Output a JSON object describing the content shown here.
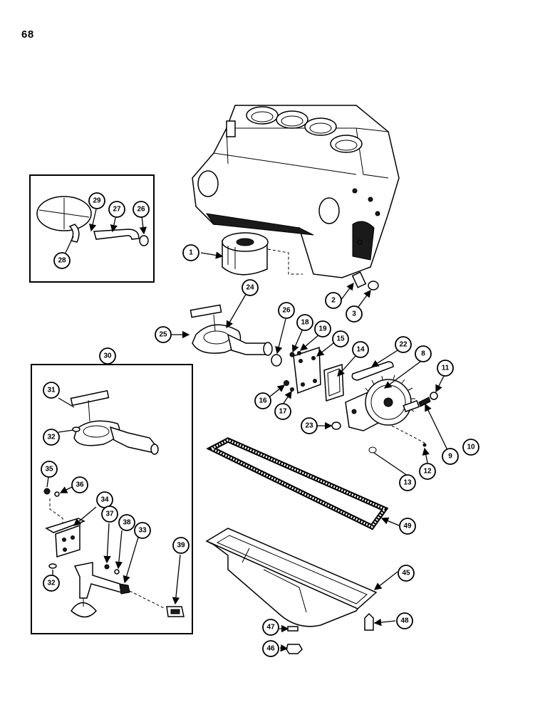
{
  "page": {
    "number": "68"
  },
  "callouts": [
    "1",
    "2",
    "3",
    "8",
    "9",
    "10",
    "11",
    "12",
    "13",
    "14",
    "15",
    "16",
    "17",
    "18",
    "19",
    "22",
    "23",
    "24",
    "25",
    "26",
    "26",
    "27",
    "28",
    "29",
    "30",
    "31",
    "32",
    "32",
    "33",
    "34",
    "35",
    "36",
    "37",
    "38",
    "39",
    "45",
    "46",
    "47",
    "48",
    "49"
  ]
}
